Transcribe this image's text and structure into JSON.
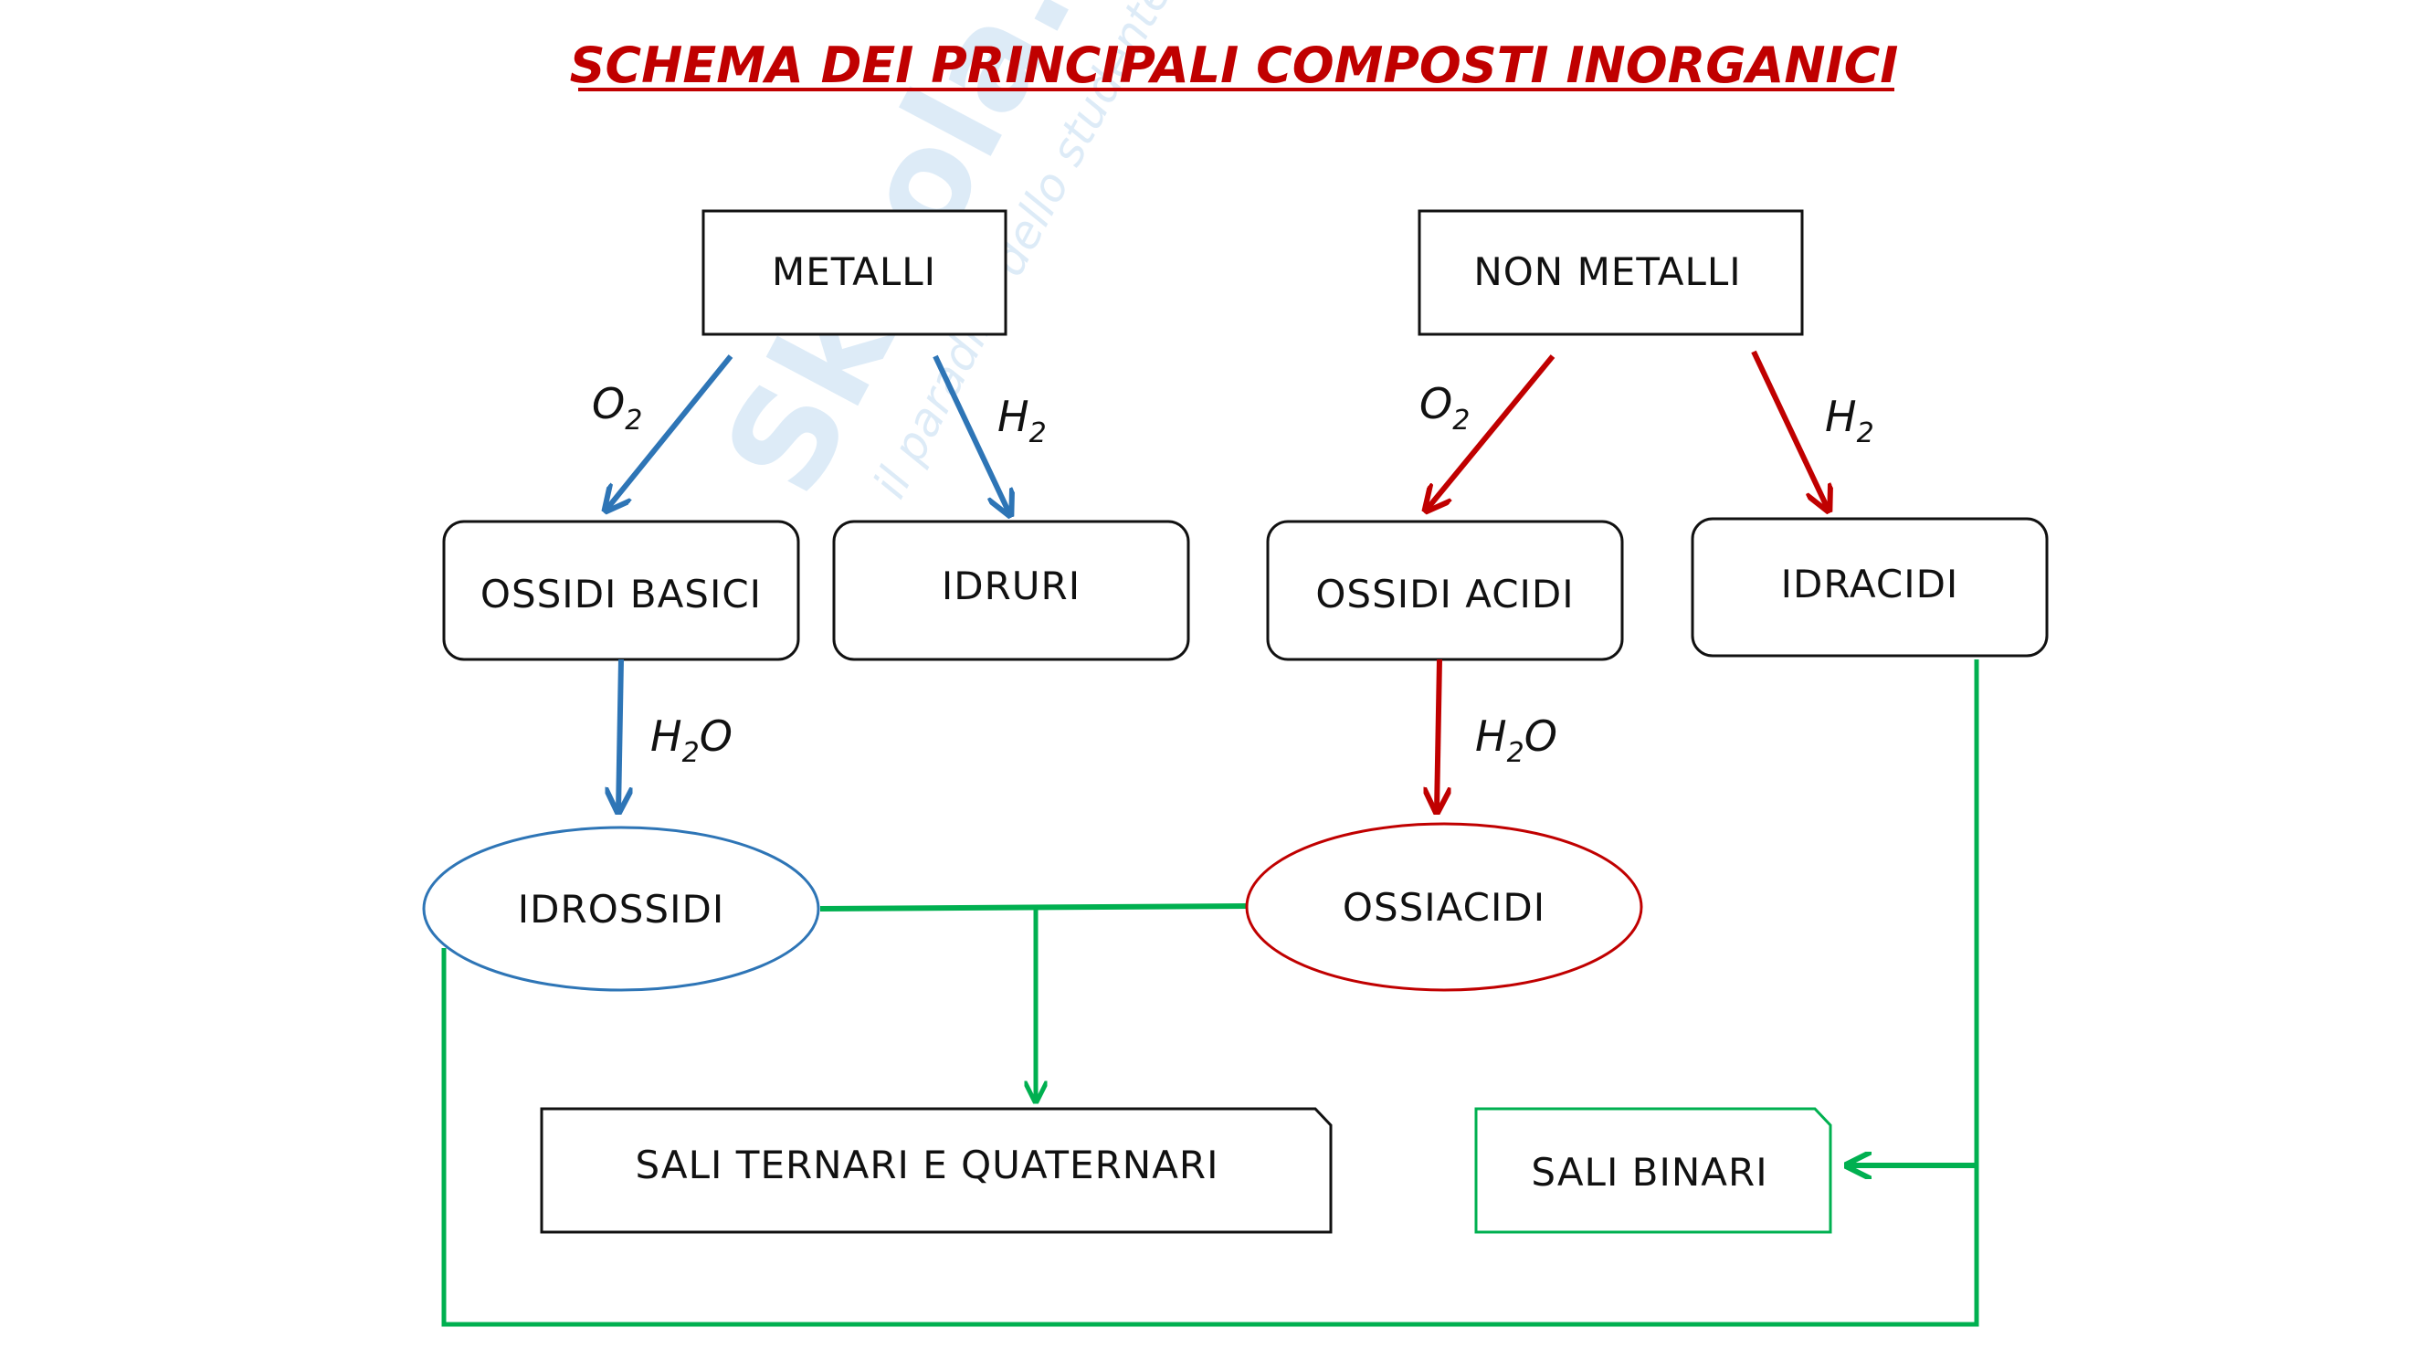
{
  "title": "SCHEMA DEI PRINCIPALI COMPOSTI INORGANICI",
  "watermark": {
    "brand": "Skuola.net",
    "tagline": "il paradiso dello studente"
  },
  "nodes": {
    "metalli": "METALLI",
    "non_metalli": "NON METALLI",
    "ossidi_basici": "OSSIDI BASICI",
    "idruri": "IDRURI",
    "ossidi_acidi": "OSSIDI ACIDI",
    "idracidi": "IDRACIDI",
    "idrossidi": "IDROSSIDI",
    "ossiacidi": "OSSIACIDI",
    "sali_ternari": "SALI TERNARI E QUATERNARI",
    "sali_binari": "SALI BINARI"
  },
  "reagents": {
    "o2": {
      "base": "O",
      "sub": "2"
    },
    "h2": {
      "base": "H",
      "sub": "2"
    },
    "h2o": {
      "base": "H",
      "sub": "2",
      "tail": "O"
    }
  },
  "colors": {
    "metal": "#2e75b6",
    "nonmetal": "#c00000",
    "salts": "#00b050",
    "title": "#c00000"
  }
}
